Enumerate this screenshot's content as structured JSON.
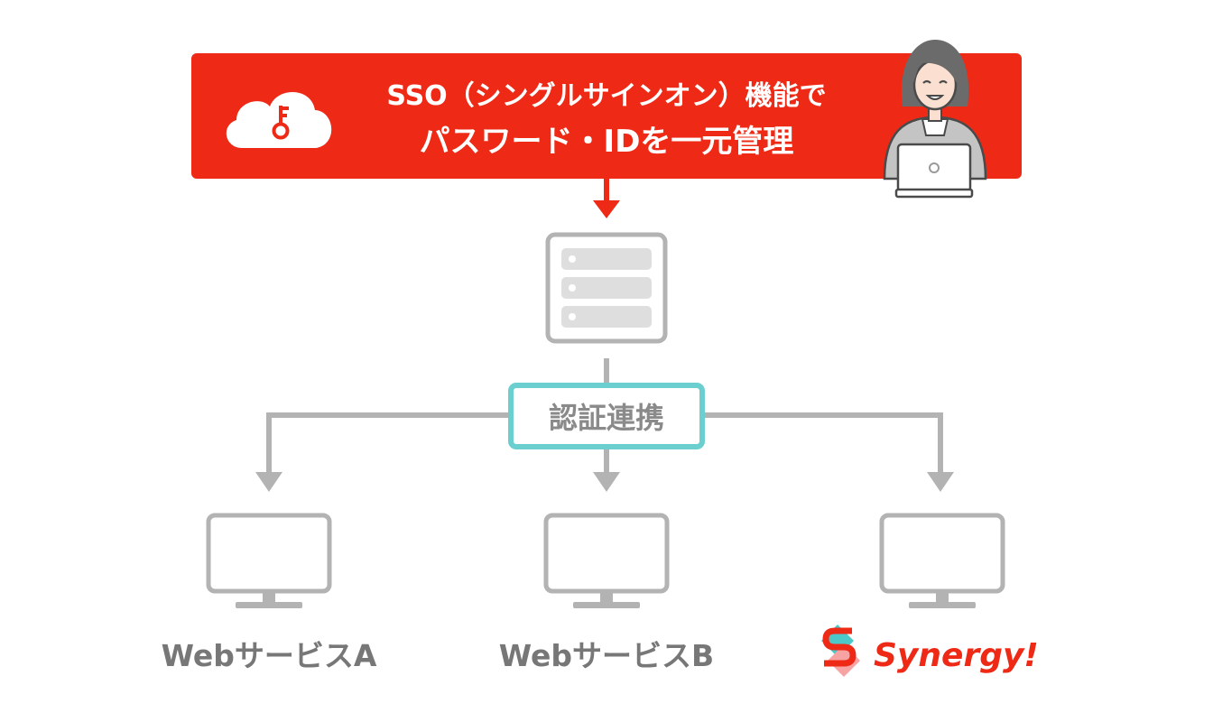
{
  "banner": {
    "line1": "SSO（シングルサインオン）機能で",
    "line2": "パスワード・IDを一元管理",
    "icon": "cloud-key-icon",
    "person_icon": "woman-with-laptop-icon"
  },
  "server": {
    "icon": "server-icon"
  },
  "badge": {
    "label": "認証連携"
  },
  "services": [
    {
      "label": "WebサービスA",
      "icon": "monitor-icon"
    },
    {
      "label": "WebサービスB",
      "icon": "monitor-icon"
    },
    {
      "label": "Synergy!",
      "icon": "monitor-icon",
      "logo_icon": "synergy-logo-icon"
    }
  ],
  "colors": {
    "brand_red": "#ee2a16",
    "connector_gray": "#b3b3b3",
    "badge_teal": "#6ccfcf",
    "text_gray": "#777777",
    "logo_teal": "#4cc8c8",
    "logo_pink": "#f7a3a3"
  }
}
